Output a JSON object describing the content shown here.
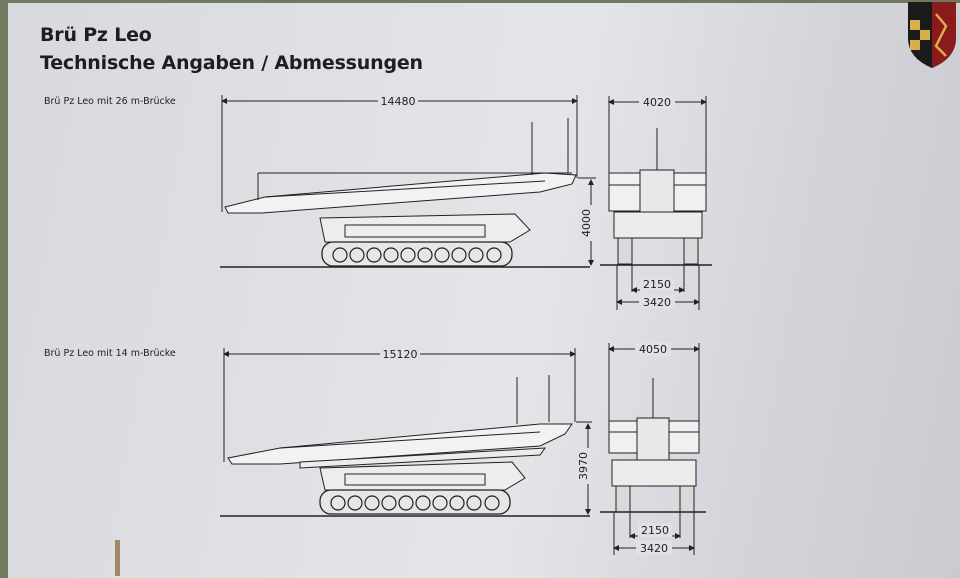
{
  "header": {
    "title": "Brü Pz Leo",
    "subtitle": "Technische Angaben / Abmessungen"
  },
  "variants": [
    {
      "label": "Brü Pz Leo mit 26 m-Brücke",
      "length": "14480",
      "height": "4000",
      "width_top": "4020",
      "track_inner": "2150",
      "track_outer": "3420"
    },
    {
      "label": "Brü Pz Leo mit 14 m-Brücke",
      "length": "15120",
      "height": "3970",
      "width_top": "4050",
      "track_inner": "2150",
      "track_outer": "3420"
    }
  ],
  "logo": {
    "icon": "unit-crest-icon",
    "colors": [
      "#8b1a1a",
      "#1a1a1a",
      "#d8b04a"
    ]
  }
}
